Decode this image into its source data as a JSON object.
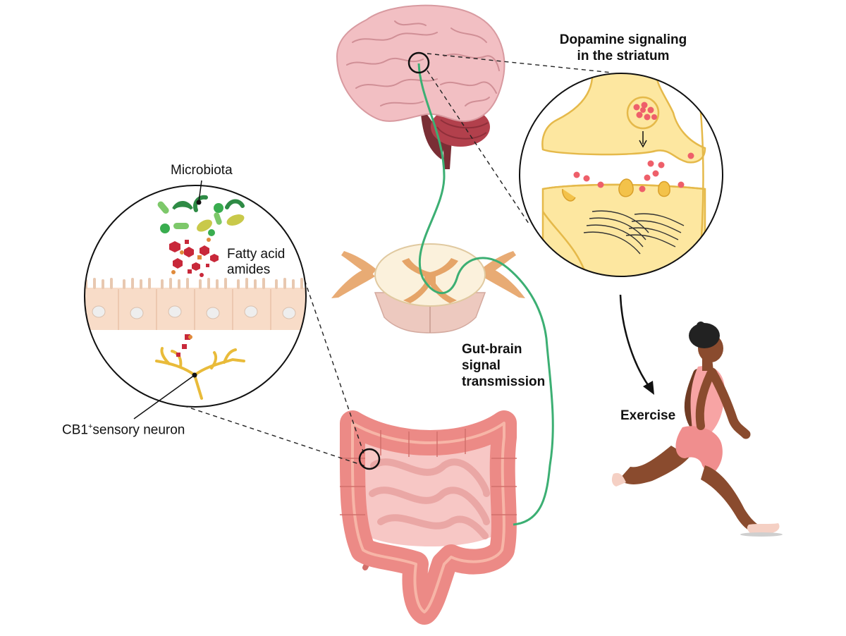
{
  "labels": {
    "dopamine": [
      "Dopamine signaling",
      "in the striatum"
    ],
    "microbiota": "Microbiota",
    "fatty_acid": [
      "Fatty acid",
      "amides"
    ],
    "neuron": {
      "prefix": "CB1",
      "sup": "+",
      "suffix": "sensory neuron"
    },
    "gut_brain": [
      "Gut-brain",
      "signal",
      "transmission"
    ],
    "exercise": "Exercise"
  },
  "colors": {
    "brain": "#f2bfc3",
    "cerebellum": "#b2404c",
    "brainstem": "#7a2e35",
    "nerve": "#3caf73",
    "synapse": "#fde7a0",
    "dopamine": "#ee5f6a",
    "gut": "#ec8a86",
    "spinal_white": "#fbf1dc",
    "spinal_grey": "#e5a468",
    "skin": "#8a4b2e",
    "clothing": "#f08e8e",
    "microbe_green": "#39ad4f",
    "microbe_yellow": "#c9c94a",
    "amide_red": "#c8283a",
    "epithelium": "#f8dcc8",
    "sensory_neuron": "#e9bb3a"
  }
}
